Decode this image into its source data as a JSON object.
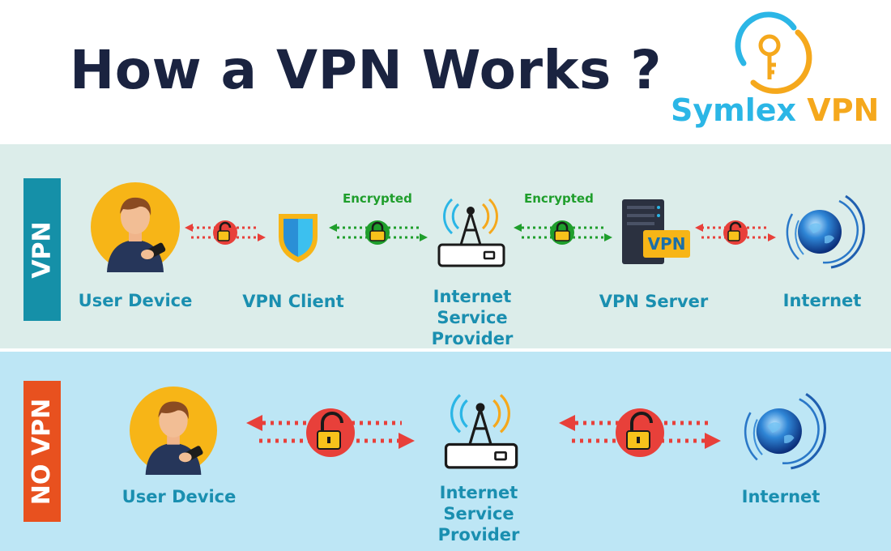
{
  "header": {
    "title": "How a VPN Works ?",
    "logo": {
      "word1": "Symlex",
      "word2": "VPN",
      "icon": "key-icon"
    }
  },
  "vpn_section": {
    "tab_label": "VPN",
    "nodes": [
      "User Device",
      "VPN Client",
      "Internet Service Provider",
      "VPN Server",
      "Internet"
    ],
    "server_badge": "VPN",
    "encrypted_label_1": "Encrypted",
    "encrypted_label_2": "Encrypted"
  },
  "novpn_section": {
    "tab_label": "NO VPN",
    "nodes": [
      "User Device",
      "Internet Service Provider",
      "Internet"
    ]
  },
  "colors": {
    "title": "#1a2340",
    "vpn_panel": "#dcedea",
    "novpn_panel": "#bde6f5",
    "vpn_tab": "#1590a8",
    "novpn_tab": "#e8511f",
    "label": "#1a8fb0",
    "encrypted": "#1f9e2c",
    "unencrypted": "#e8403a"
  }
}
